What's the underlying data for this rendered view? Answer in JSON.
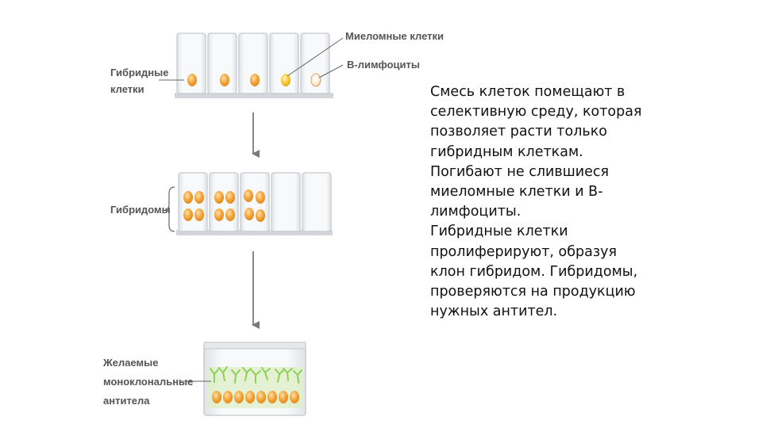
{
  "labels": {
    "myeloma_cells": "Миеломные клетки",
    "b_lymphocytes": "В-лимфоциты",
    "hybrid_cells": [
      "Гибридные",
      "клетки"
    ],
    "hybridomas": "Гибридомы",
    "desired_antibodies": [
      "Желаемые",
      "моноклональные",
      "антитела"
    ]
  },
  "description": [
    "Смесь клеток помещают в",
    "селективную среду, которая",
    "позволяет расти только",
    "гибридным клеткам.",
    "Погибают не слившиеся",
    "миеломные клетки и В-",
    "лимфоциты.",
    "Гибридные клетки",
    "пролиферируют, образуя",
    "клон гибридом. Гибридомы,",
    "проверяются на продукцию",
    "нужных антител."
  ],
  "colors": {
    "cell_orange": "#f2a33a",
    "myeloma_yellow": "#f5c531",
    "antibody_green": "#a9d86b",
    "arrow_gray": "#7a7a7a",
    "well_glass": "#eef0f2"
  }
}
